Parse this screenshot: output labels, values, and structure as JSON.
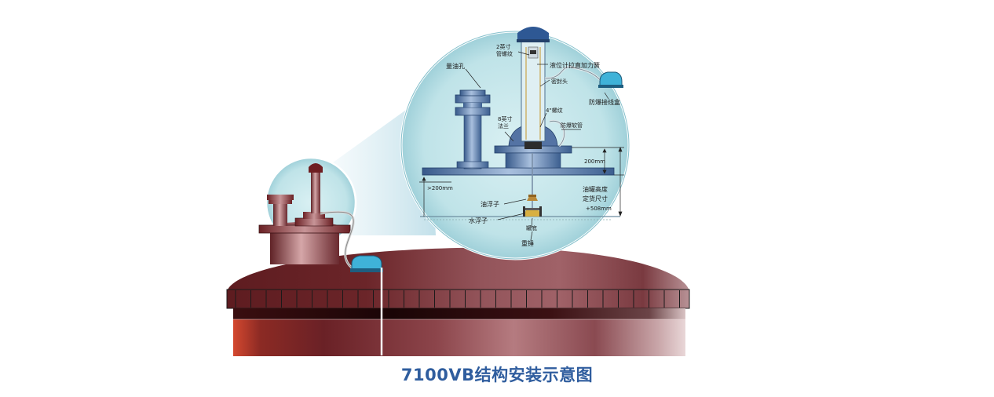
{
  "caption": "7100VB结构安装示意图",
  "labels": {
    "gauge_hole": "量油孔",
    "pipe_thread_2in_a": "2英寸",
    "pipe_thread_2in_b": "管螺纹",
    "level_gauge_spring": "液位计拉直加力簧",
    "seal_head": "密封头",
    "junction_box": "防爆接线盒",
    "thread_4": "4\"螺纹",
    "flange_8in_a": "8英寸",
    "flange_8in_b": "法兰",
    "hose": "防爆软管",
    "dim_200mm": "200mm",
    "dim_gt200mm": ">200mm",
    "tank_height_a": "油罐高度",
    "tank_height_b": "定货尺寸",
    "tank_height_c": "+508mm",
    "oil_float": "油浮子",
    "water_float": "水浮子",
    "tank_bottom": "罐底",
    "weight": "重锤"
  },
  "colors": {
    "tank_dark": "#5a1e21",
    "tank_mid": "#8a3f44",
    "tank_light": "#c98a8e",
    "tank_red": "#c84530",
    "steel_blue": "#4a6c98",
    "steel_light": "#9bb3d2",
    "bubble_fill": "#c3e6ea",
    "bubble_edge": "#74b4c2",
    "caption": "#2f5d9e"
  }
}
